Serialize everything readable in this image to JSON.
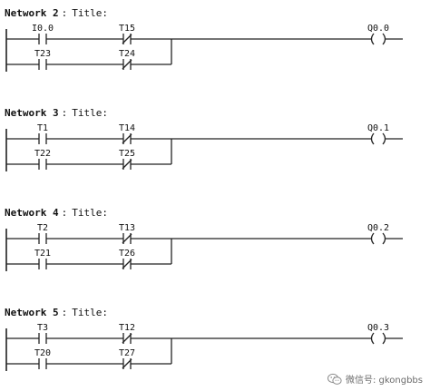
{
  "diagram": {
    "networks": [
      {
        "label": "Network 2",
        "separator": ":",
        "title": "Title:",
        "main_contact": {
          "tag": "I0.0",
          "type": "NO"
        },
        "series_contact": {
          "tag": "T15",
          "type": "NC"
        },
        "branch_contact": {
          "tag": "T23",
          "type": "NO"
        },
        "branch_series_contact": {
          "tag": "T24",
          "type": "NC"
        },
        "coil": {
          "tag": "Q0.0",
          "symbol": "( )"
        }
      },
      {
        "label": "Network 3",
        "separator": ":",
        "title": "Title:",
        "main_contact": {
          "tag": "T1",
          "type": "NO"
        },
        "series_contact": {
          "tag": "T14",
          "type": "NC"
        },
        "branch_contact": {
          "tag": "T22",
          "type": "NO"
        },
        "branch_series_contact": {
          "tag": "T25",
          "type": "NC"
        },
        "coil": {
          "tag": "Q0.1",
          "symbol": "( )"
        }
      },
      {
        "label": "Network 4",
        "separator": ":",
        "title": "Title:",
        "main_contact": {
          "tag": "T2",
          "type": "NO"
        },
        "series_contact": {
          "tag": "T13",
          "type": "NC"
        },
        "branch_contact": {
          "tag": "T21",
          "type": "NO"
        },
        "branch_series_contact": {
          "tag": "T26",
          "type": "NC"
        },
        "coil": {
          "tag": "Q0.2",
          "symbol": "( )"
        }
      },
      {
        "label": "Network 5",
        "separator": ":",
        "title": "Title:",
        "main_contact": {
          "tag": "T3",
          "type": "NO"
        },
        "series_contact": {
          "tag": "T12",
          "type": "NC"
        },
        "branch_contact": {
          "tag": "T20",
          "type": "NO"
        },
        "branch_series_contact": {
          "tag": "T27",
          "type": "NC"
        },
        "coil": {
          "tag": "Q0.3",
          "symbol": "( )"
        }
      }
    ]
  },
  "watermark": {
    "icon": "wechat-icon",
    "text": "微信号: gkongbbs",
    "color": "#6b6b6b"
  }
}
